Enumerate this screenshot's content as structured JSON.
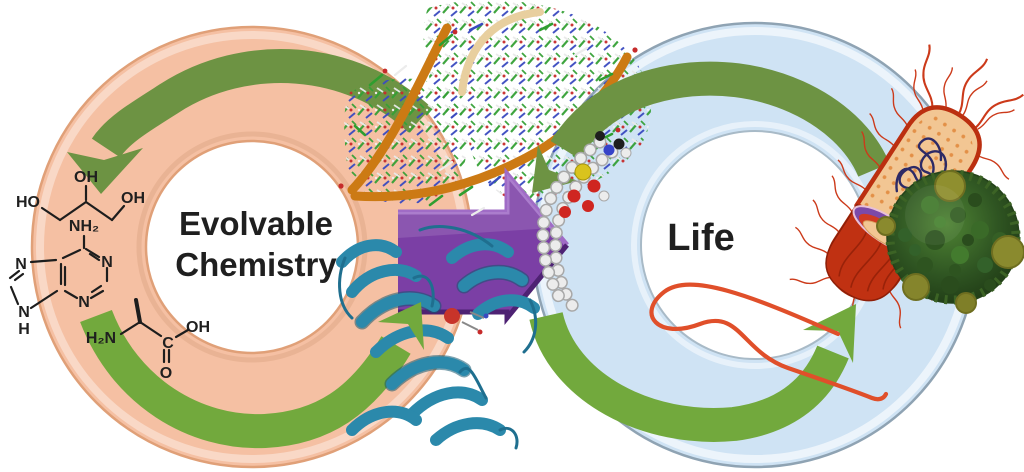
{
  "labels": {
    "cycle_left_line1": "Evolvable",
    "cycle_left_line2": "Chemistry",
    "cycle_right": "Life"
  },
  "chem": {
    "glycerol": {
      "oh_top": "OH",
      "ho_left": "HO",
      "oh_right": "OH"
    },
    "adenine": {
      "nh2": "NH₂",
      "n1": "N",
      "n3": "N",
      "n7": "N",
      "n9": "N",
      "h": "H"
    },
    "alanine": {
      "h2n": "H₂N",
      "c": "C",
      "o": "O",
      "oh": "OH"
    }
  },
  "colors": {
    "ring_left": "#f5c0a3",
    "ring_left_edge": "#e0a078",
    "ring_right": "#cfe3f4",
    "ring_right_edge": "#8fa3b3",
    "arrow_olive": "#6d9343",
    "arrow_green": "#72a93d",
    "arrow_purple": "#7b3fa5",
    "dna_backbone": "#cc7a14",
    "protein": "#2b89ab",
    "bacterium": "#c03112",
    "virus": "#3c6325",
    "text": "#1f1f1f"
  }
}
